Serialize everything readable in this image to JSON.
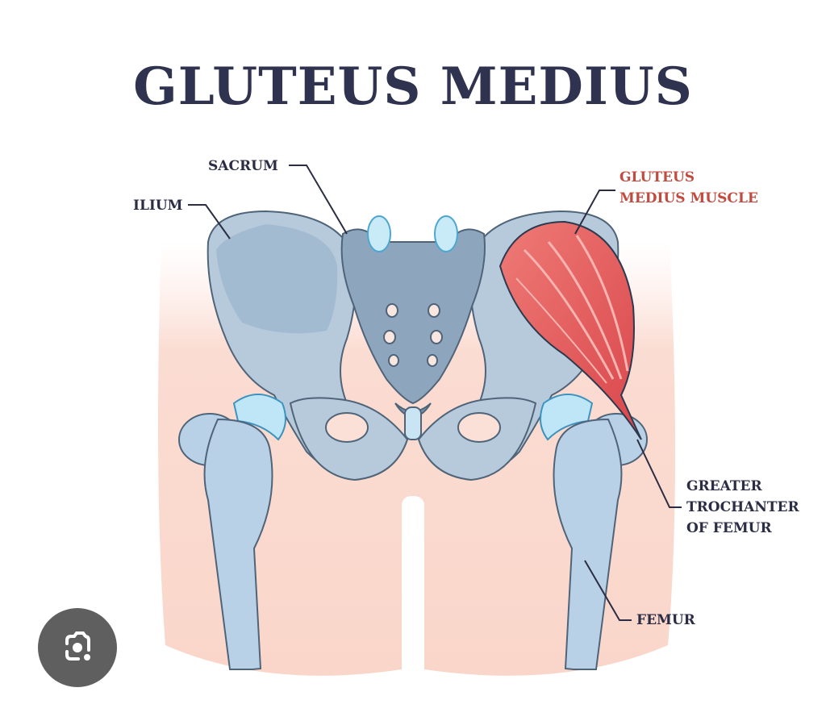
{
  "diagram": {
    "title": "GLUTEUS MEDIUS",
    "labels": {
      "sacrum": "SACRUM",
      "ilium": "ILIUM",
      "gluteus_line1": "GLUTEUS",
      "gluteus_line2": "MEDIUS MUSCLE",
      "trochanter_line1": "GREATER",
      "trochanter_line2": "TROCHANTER",
      "trochanter_line3": "OF FEMUR",
      "femur": "FEMUR"
    },
    "colors": {
      "title": "#2f334f",
      "label": "#2b2d44",
      "muscle_label": "#c24a3f",
      "skin": "#fad7cc",
      "bone": "#b9d0e2",
      "bone_dark": "#8eaac2",
      "cartilage": "#6cc3e8",
      "muscle": "#e0565a"
    }
  },
  "viewer": {
    "lens_button_icon": "google-lens-icon"
  }
}
